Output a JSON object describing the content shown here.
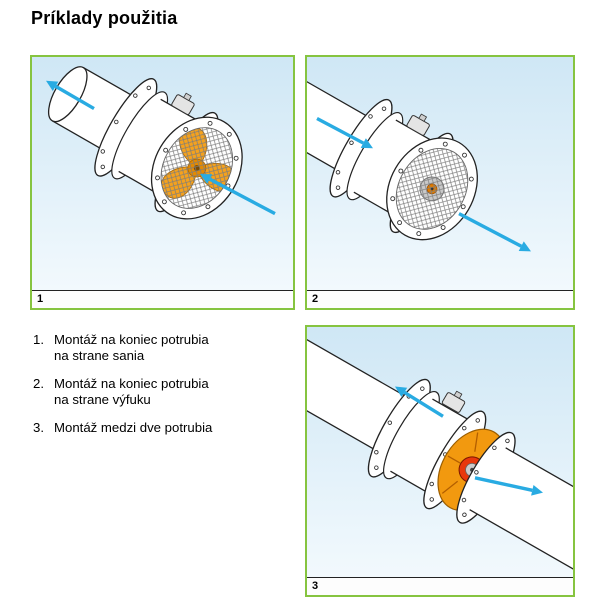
{
  "title": "Príklady použitia",
  "panels": [
    {
      "label": "1"
    },
    {
      "label": "2"
    },
    {
      "label": "3"
    }
  ],
  "list": {
    "items": [
      {
        "num": "1.",
        "lines": [
          "Montáž na koniec potrubia",
          "na strane sania"
        ]
      },
      {
        "num": "2.",
        "lines": [
          "Montáž na koniec potrubia",
          "na strane výfuku"
        ]
      },
      {
        "num": "3.",
        "lines": [
          "Montáž medzi dve potrubia"
        ]
      }
    ]
  },
  "colors": {
    "frame_green": "#86C440",
    "arrow_blue": "#29ABE2",
    "impeller_orange": "#F6A21C",
    "hub_red": "#E8380D"
  }
}
